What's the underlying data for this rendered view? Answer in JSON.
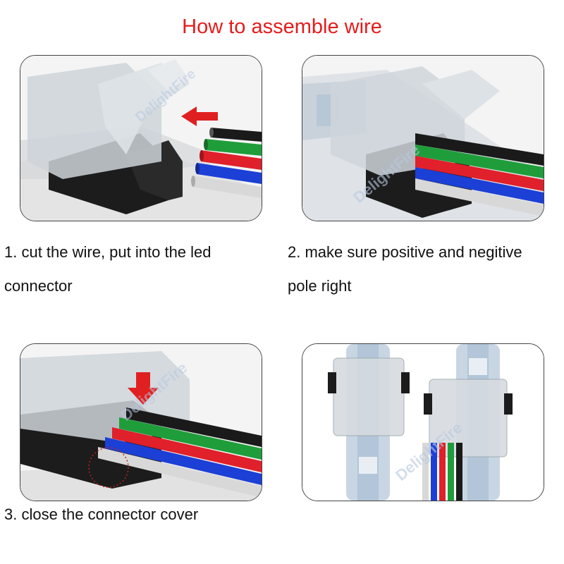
{
  "title": "How to assemble wire",
  "steps": [
    {
      "caption_line1": "1. cut the wire, put into the led",
      "caption_line2": "connector"
    },
    {
      "caption_line1": "2. make sure positive and negitive",
      "caption_line2": "pole right"
    },
    {
      "caption_line1": "3. close the connector cover"
    }
  ],
  "watermark_text": "DelightFire",
  "colors": {
    "title": "#e51c1c",
    "arrow": "#e02020",
    "wire_black": "#1a1a1a",
    "wire_green": "#1f9d3a",
    "wire_red": "#e0202a",
    "wire_blue": "#1c3fd6",
    "wire_white": "#d8d8d8"
  }
}
